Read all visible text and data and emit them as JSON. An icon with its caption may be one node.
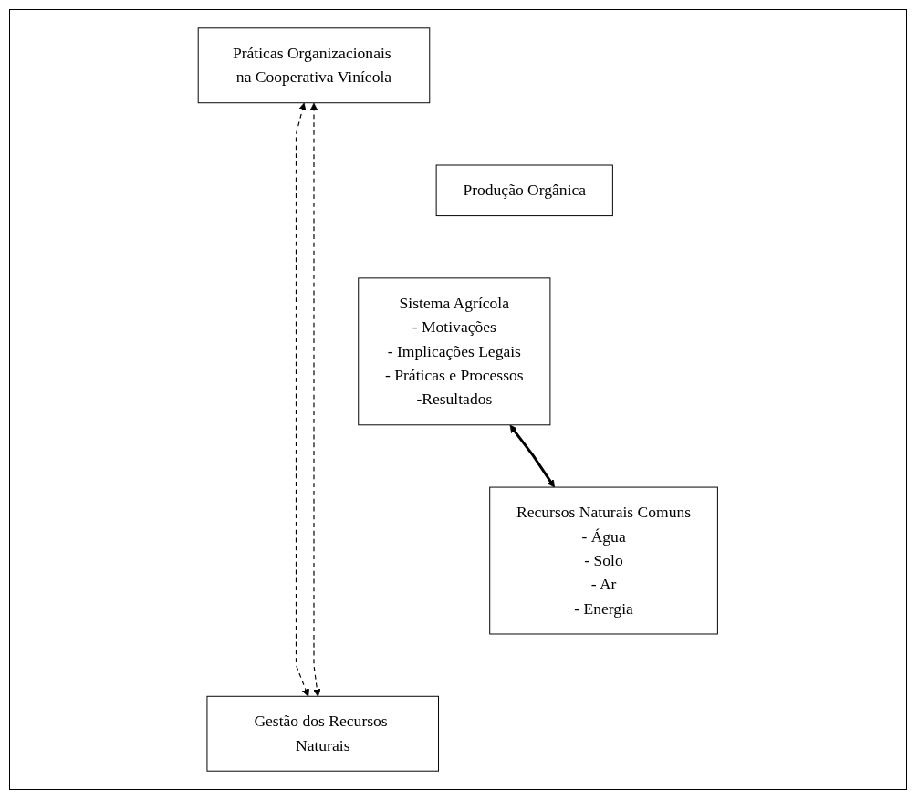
{
  "diagram": {
    "nodes": [
      {
        "text": [
          "Práticas Organizacionais na Cooperativa Vinícola"
        ]
      },
      {
        "text": [
          "Produção Orgânica"
        ]
      },
      {
        "text": [
          "Sistema Agrícola",
          "- Motivações",
          "- Implicações Legais",
          "- Práticas e Processos",
          "-Resultados"
        ]
      },
      {
        "text": [
          "Recursos Naturais Comuns",
          "- Água",
          "- Solo",
          "- Ar",
          "- Energia"
        ]
      },
      {
        "text": [
          "Gestão dos Recursos Naturais"
        ]
      }
    ],
    "edges": [
      {
        "from": 0,
        "to": 4,
        "arrow": "both",
        "style": "dashed"
      },
      {
        "from": 0,
        "to": 4,
        "arrow": "both",
        "style": "dashed"
      },
      {
        "from": 2,
        "to": 3,
        "arrow": "both",
        "style": "thick"
      }
    ]
  }
}
